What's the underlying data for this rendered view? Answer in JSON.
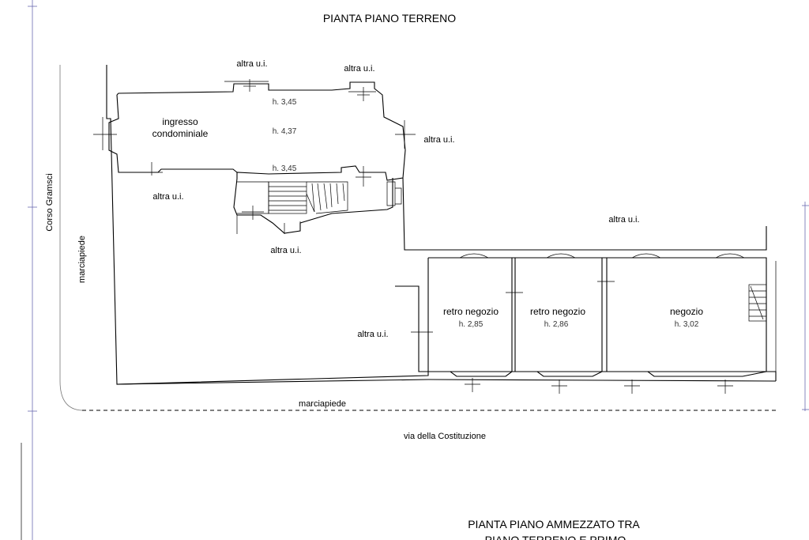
{
  "titles": {
    "ground_floor": "PIANTA PIANO TERRENO",
    "mezzanine_line1": "PIANTA PIANO AMMEZZATO TRA",
    "mezzanine_line2": "PIANO TERRENO E PRIMO"
  },
  "streets": {
    "corso": "Corso Gramsci",
    "via": "via della Costituzione",
    "sidewalk_left": "marciapiede",
    "sidewalk_bottom": "marciapiede"
  },
  "rooms": {
    "ingresso_line1": "ingresso",
    "ingresso_line2": "condominiale",
    "retro_negozio_1": "retro negozio",
    "retro_negozio_2": "retro negozio",
    "negozio": "negozio"
  },
  "heights": {
    "h1": "h. 3,45",
    "h2": "h. 4,37",
    "h3": "h. 3,45",
    "retro1": "h. 2,85",
    "retro2": "h. 2,86",
    "negozio": "h. 3,02"
  },
  "others": {
    "top_left": "altra u.i.",
    "top_right": "altra u.i.",
    "right_entrance": "altra u.i.",
    "left": "altra u.i.",
    "below_stairs": "altra u.i.",
    "courtyard": "altra u.i.",
    "right_large": "altra u.i."
  }
}
